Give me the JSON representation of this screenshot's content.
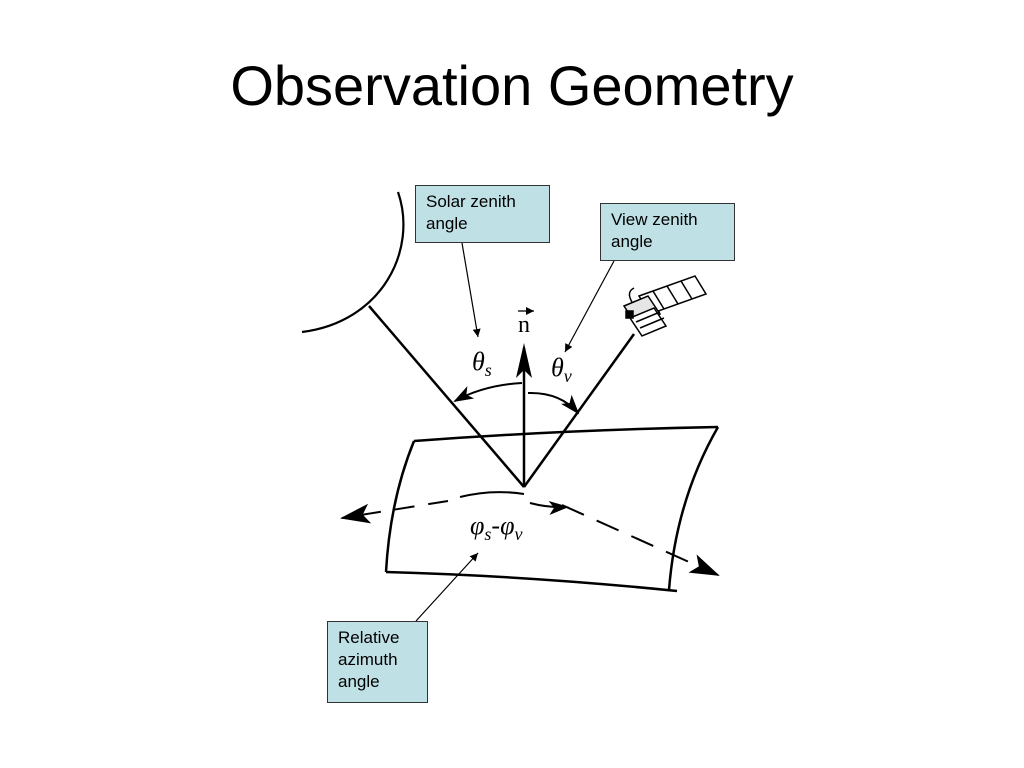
{
  "title": "Observation Geometry",
  "callouts": {
    "solar": [
      "Solar zenith",
      "angle"
    ],
    "view": [
      "View zenith",
      "angle"
    ],
    "azimuth": [
      "Relative",
      "azimuth",
      "angle"
    ]
  },
  "diagram": {
    "normal_label": "n",
    "theta_symbol": "θ",
    "phi_symbol": "φ",
    "sub_s": "s",
    "sub_v": "v",
    "minus": "-"
  },
  "colors": {
    "callout_fill": "#bfe0e5",
    "line": "#000000"
  }
}
